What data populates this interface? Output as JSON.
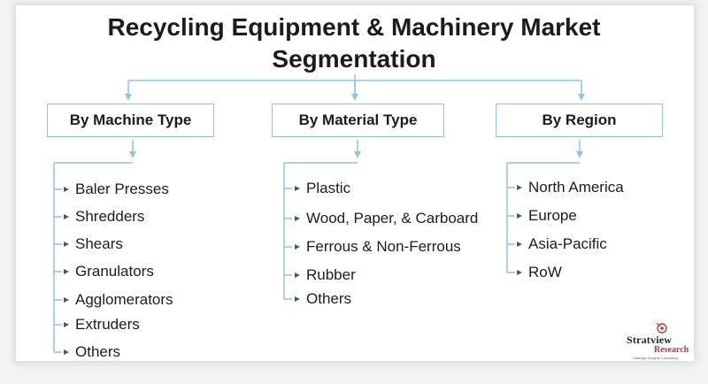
{
  "title_line1": "Recycling Equipment & Machinery Market",
  "title_line2": "Segmentation",
  "categories": [
    {
      "label": "By Machine Type",
      "items": [
        "Baler Presses",
        "Shredders",
        "Shears",
        "Granulators",
        "Agglomerators",
        "Extruders",
        "Others"
      ]
    },
    {
      "label": "By Material Type",
      "items": [
        "Plastic",
        "Wood, Paper, & Carboard",
        "Ferrous & Non-Ferrous",
        "Rubber",
        "Others"
      ]
    },
    {
      "label": "By Region",
      "items": [
        "North America",
        "Europe",
        "Asia-Pacific",
        "RoW"
      ]
    }
  ],
  "logo": {
    "brand": "Stratview",
    "sub": "Research",
    "tagline": "Strategic Insights Consulting"
  },
  "colors": {
    "connector": "#8fc3e3",
    "bullet": "#3a5a7a",
    "brand_accent": "#c0392b"
  }
}
